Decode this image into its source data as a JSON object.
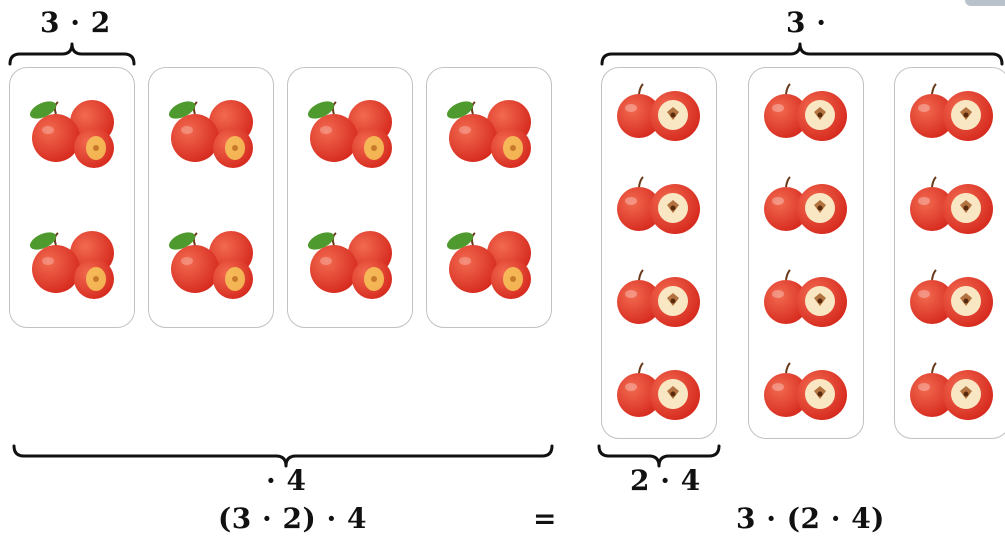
{
  "labels": {
    "left_group_top": "3 · 2",
    "right_group_top": "3 ·",
    "left_bottom_factor": "· 4",
    "right_column_bottom": "2 · 4",
    "left_expression": "(3 · 2) · 4",
    "equals": "=",
    "right_expression": "3 · (2 · 4)"
  },
  "left_side": {
    "cards": 4,
    "apple_pairs_per_card": 2,
    "apple_style": "green-leaf-pair"
  },
  "right_side": {
    "cards": 3,
    "apple_pairs_per_card": 4,
    "apple_style": "cut-apple-pair"
  },
  "colors": {
    "apple_red": "#d62a1e",
    "apple_highlight": "#f26a50",
    "leaf_green": "#4f9a2e",
    "card_border": "#c2c2c2",
    "ink": "#111111"
  }
}
